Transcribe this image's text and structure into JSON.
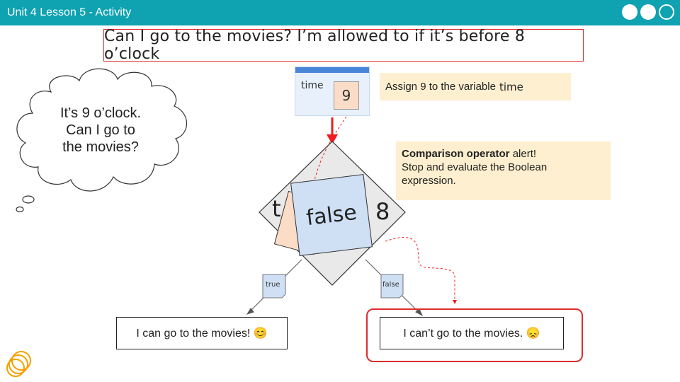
{
  "header": {
    "title": "Unit 4 Lesson 5 - Activity",
    "colors": {
      "bar": "#0fa2b1"
    }
  },
  "question": "Can I go to the movies? I’m allowed to if it’s before 8 o’clock",
  "variable": {
    "name": "time",
    "value": "9"
  },
  "notes": {
    "assign_prefix": "Assign 9 to the variable",
    "assign_var": "time",
    "operator_bold": "Comparison operator",
    "operator_rest_1": " alert!",
    "operator_line_2": "Stop and evaluate the Boolean",
    "operator_line_3": "expression."
  },
  "thought_bubble": {
    "line1": "It’s 9 o’clock.",
    "line2": "Can I go to",
    "line3": "the movies?"
  },
  "decision": {
    "left_char": "t",
    "right_value": "8",
    "result_note": "false"
  },
  "branches": {
    "true_label": "true",
    "false_label": "false"
  },
  "outcomes": {
    "true_text": "I can go to the movies! 😊",
    "false_text": "I can’t go to the movies. 😞"
  }
}
